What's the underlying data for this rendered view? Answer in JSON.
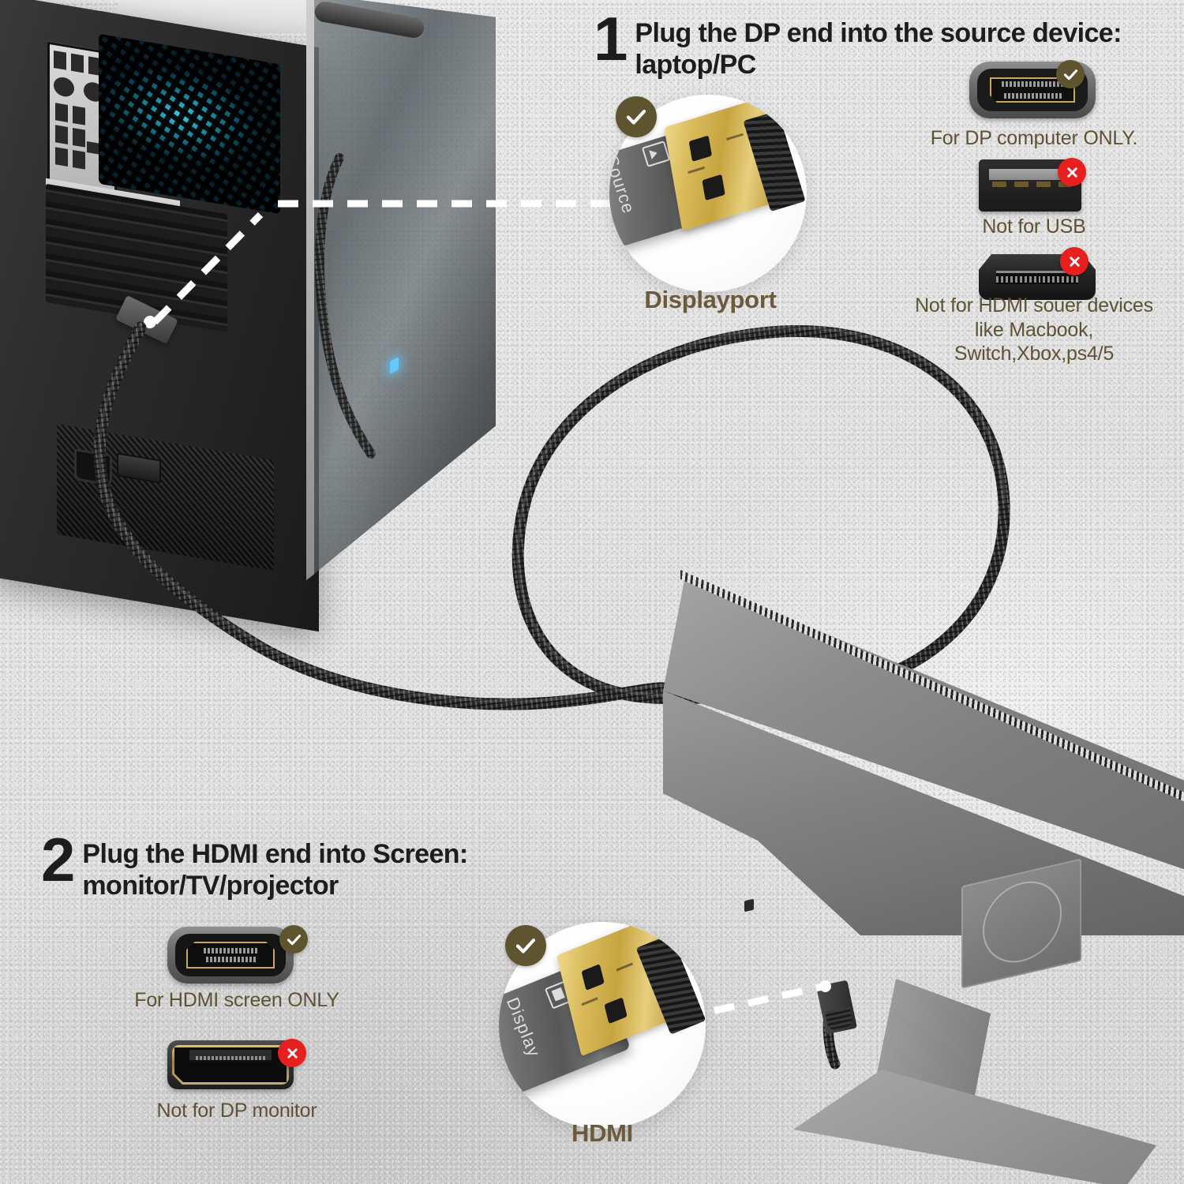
{
  "steps": [
    {
      "number": "1",
      "text": "Plug the DP end into the source device: laptop/PC"
    },
    {
      "number": "2",
      "text": "Plug the HDMI end into Screen: monitor/TV/projector"
    }
  ],
  "step1": {
    "callout": {
      "connector_label": "Source",
      "caption": "Displayport",
      "badge": "check"
    },
    "compat": [
      {
        "port": "displayport",
        "badge": "check",
        "caption": "For DP computer ONLY."
      },
      {
        "port": "usb-a",
        "badge": "cross",
        "caption": "Not for USB"
      },
      {
        "port": "hdmi",
        "badge": "cross",
        "caption": "Not for HDMI souer devices like Macbook, Switch,Xbox,ps4/5"
      }
    ]
  },
  "step2": {
    "callout": {
      "connector_label": "Display",
      "caption": "HDMI",
      "badge": "check"
    },
    "compat": [
      {
        "port": "hdmi-female",
        "badge": "check",
        "caption": "For HDMI screen ONLY"
      },
      {
        "port": "dp-female",
        "badge": "cross",
        "caption": "Not for DP monitor"
      }
    ]
  },
  "colors": {
    "check_badge": "#5f5430",
    "cross_badge": "#e81f1f",
    "caption_text": "#5d5334",
    "title_text": "#1d1d1d",
    "big_caption_text": "#6b5a3e",
    "background": "#e4e4e4",
    "gold_contact": "#d9bb5c",
    "cable": "#2b2b2b",
    "leader_line": "#ffffff"
  },
  "scene": {
    "source_device": "desktop-pc-tower",
    "display_device": "monitor",
    "cable_type": "braided-dp-to-hdmi-cable"
  }
}
